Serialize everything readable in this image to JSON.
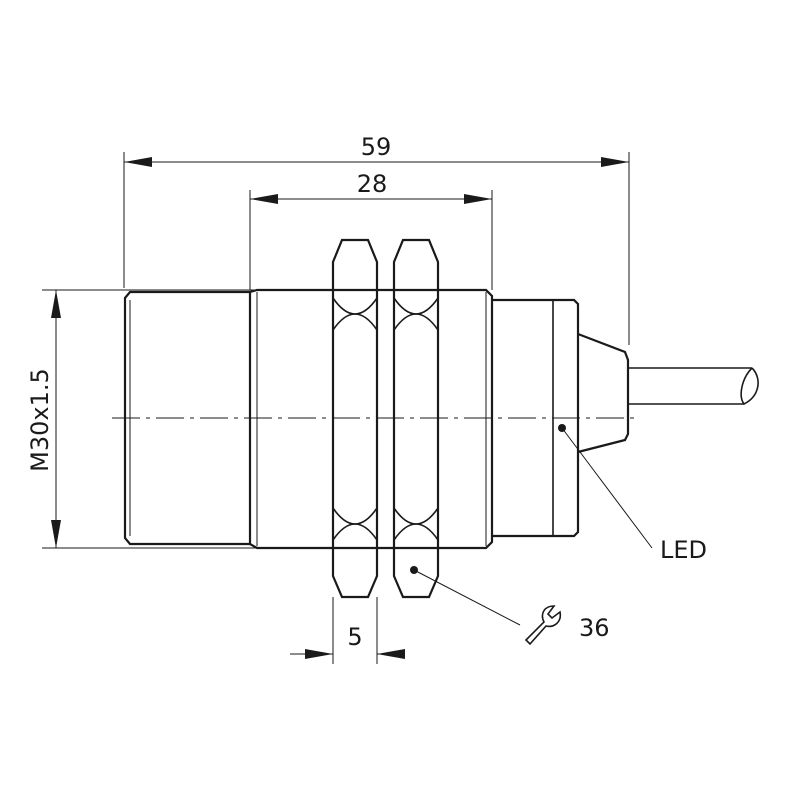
{
  "dimensions": {
    "overall_length": "59",
    "body_length": "28",
    "nut_thickness": "5",
    "thread": "M30x1.5"
  },
  "callouts": {
    "led": "LED",
    "wrench_size": "36"
  },
  "icons": {
    "wrench": "wrench-icon"
  },
  "colors": {
    "line": "#1a1a1a",
    "background": "#ffffff"
  }
}
